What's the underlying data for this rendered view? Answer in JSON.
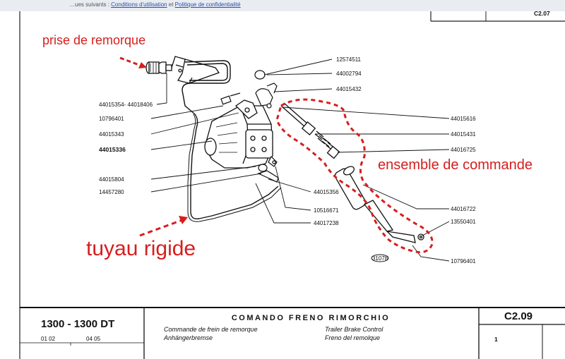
{
  "top_bar": {
    "prefix": "…ues suivants :",
    "link_terms": "Conditions d'utilisation",
    "sep": "et",
    "link_privacy": "Politique de confidentialité"
  },
  "annotations": {
    "trailer_socket": "prise de remorque",
    "rigid_pipe": "tuyau rigide",
    "control_assembly": "ensemble de commande"
  },
  "part_numbers": {
    "p12574511": "12574511",
    "p44002794": "44002794",
    "p44015432": "44015432",
    "p44015354": "44015354-  44018406",
    "p10796401a": "10796401",
    "p44015343": "44015343",
    "p44015336": "44015336",
    "p44015804": "44015804",
    "p14457280": "14457280",
    "p44015356": "44015356",
    "p10516671": "10516671",
    "p44017238": "44017238",
    "p44015616": "44015616",
    "p44015431": "44015431",
    "p44016725": "44016725",
    "p44016722": "44016722",
    "p13550401": "13550401",
    "p10796401b": "10796401",
    "drawing_no": "31078"
  },
  "title_block": {
    "model": "1300 - 1300 DT",
    "versions_a": "01  02",
    "versions_b": "04  05",
    "title_it": "COMANDO FRENO RIMORCHIO",
    "title_fr": "Commande de frein de remorque",
    "title_de": "Anhängerbremse",
    "title_en": "Trailer Brake Control",
    "title_es": "Freno del remolque",
    "code": "C2.09",
    "page": "1",
    "top_right_code": "C2.07"
  },
  "colors": {
    "annotation": "#d61e1e",
    "ink": "#111111"
  }
}
